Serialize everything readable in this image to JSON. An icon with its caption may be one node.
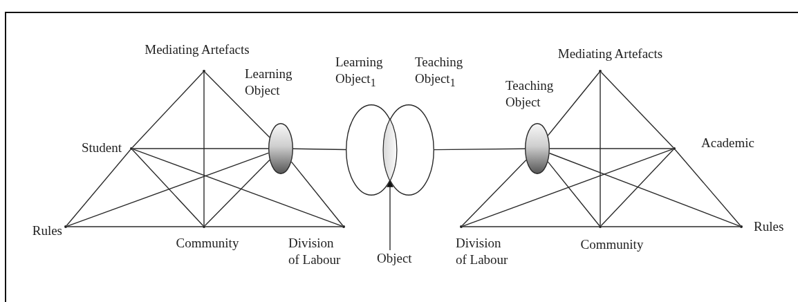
{
  "diagram": {
    "nodes": [
      {
        "text": [],
        "shape": "dot",
        "beside": [
          "Mediating Artefacts"
        ]
      },
      {
        "text": [],
        "shape": "ellipse",
        "beside": [
          "Learning Object"
        ]
      },
      {
        "text": [],
        "shape": "dot",
        "beside": [
          "Student"
        ]
      },
      {
        "text": [],
        "shape": "dot",
        "beside": [
          "Rules"
        ]
      },
      {
        "text": [],
        "shape": "dot",
        "beside": [
          "Community"
        ]
      },
      {
        "text": [],
        "shape": "dot",
        "beside": [
          "Division of Labour"
        ]
      },
      {
        "text": [],
        "shape": "ellipse",
        "beside": [
          "Learning Object$_{1}$"
        ]
      },
      {
        "text": [],
        "shape": "ellipse",
        "beside": [
          "Teaching Object$_{1}$"
        ]
      },
      {
        "text": [],
        "shape": "lens"
      },
      {
        "text": [
          "Object"
        ]
      },
      {
        "text": [],
        "shape": "dot",
        "beside": [
          "Mediating Artefacts"
        ]
      },
      {
        "text": [],
        "shape": "ellipse",
        "beside": [
          "Teaching Object"
        ]
      },
      {
        "text": [],
        "shape": "dot",
        "beside": [
          "Academic"
        ]
      },
      {
        "text": [],
        "shape": "dot",
        "beside": [
          "Division of Labour"
        ]
      },
      {
        "text": [],
        "shape": "dot",
        "beside": [
          "Community"
        ]
      },
      {
        "text": [],
        "shape": "dot",
        "beside": [
          "Rules"
        ]
      }
    ],
    "edges": [
      {
        "from": 0,
        "to": 2,
        "arrow": "none"
      },
      {
        "from": 0,
        "to": 1,
        "arrow": "none"
      },
      {
        "from": 0,
        "to": 4,
        "arrow": "none"
      },
      {
        "from": 2,
        "to": 1,
        "arrow": "none"
      },
      {
        "from": 2,
        "to": 3,
        "arrow": "none"
      },
      {
        "from": 2,
        "to": 4,
        "arrow": "none"
      },
      {
        "from": 2,
        "to": 5,
        "arrow": "none"
      },
      {
        "from": 1,
        "to": 3,
        "arrow": "none"
      },
      {
        "from": 1,
        "to": 4,
        "arrow": "none"
      },
      {
        "from": 1,
        "to": 5,
        "arrow": "none"
      },
      {
        "from": 3,
        "to": 4,
        "arrow": "none"
      },
      {
        "from": 4,
        "to": 5,
        "arrow": "none"
      },
      {
        "from": 1,
        "to": 6,
        "arrow": "none"
      },
      {
        "from": 9,
        "to": 8,
        "arrow": "to"
      },
      {
        "from": 7,
        "to": 11,
        "arrow": "none"
      },
      {
        "from": 10,
        "to": 11,
        "arrow": "none"
      },
      {
        "from": 10,
        "to": 12,
        "arrow": "none"
      },
      {
        "from": 10,
        "to": 14,
        "arrow": "none"
      },
      {
        "from": 11,
        "to": 12,
        "arrow": "none"
      },
      {
        "from": 11,
        "to": 13,
        "arrow": "none"
      },
      {
        "from": 11,
        "to": 14,
        "arrow": "none"
      },
      {
        "from": 11,
        "to": 15,
        "arrow": "none"
      },
      {
        "from": 12,
        "to": 13,
        "arrow": "none"
      },
      {
        "from": 12,
        "to": 14,
        "arrow": "none"
      },
      {
        "from": 12,
        "to": 15,
        "arrow": "none"
      },
      {
        "from": 13,
        "to": 14,
        "arrow": "none"
      },
      {
        "from": 14,
        "to": 15,
        "arrow": "none"
      }
    ]
  }
}
